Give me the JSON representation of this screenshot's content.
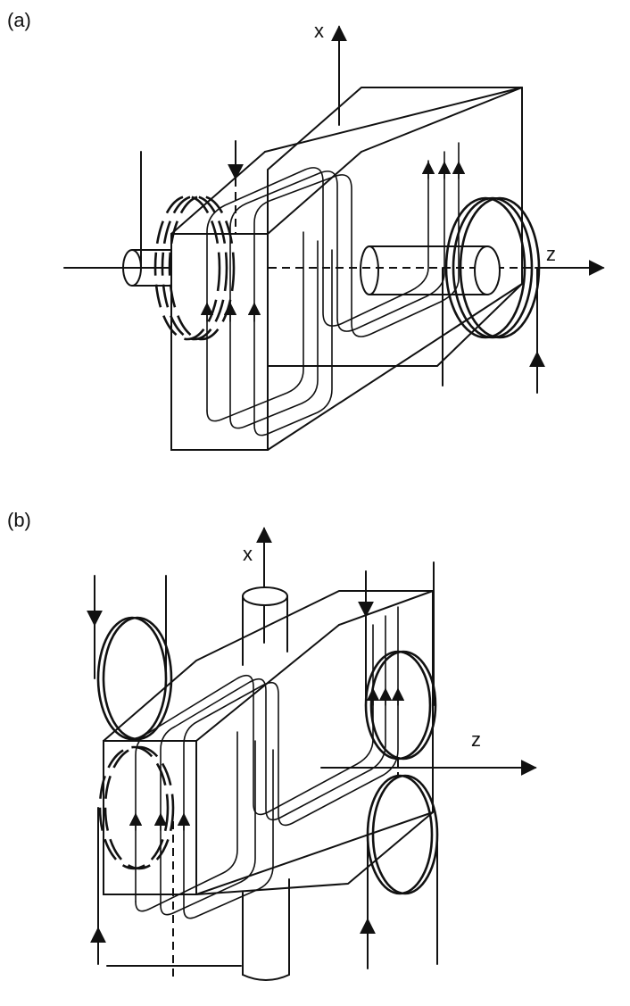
{
  "panel_a": {
    "label": "(a)",
    "axis_x": "x",
    "axis_z": "z"
  },
  "panel_b": {
    "label": "(b)",
    "axis_x": "x",
    "axis_z": "z"
  }
}
